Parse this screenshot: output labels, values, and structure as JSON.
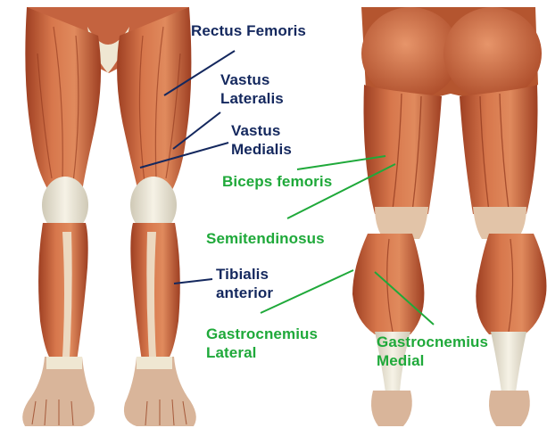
{
  "labels": {
    "rectus_femoris": "Rectus Femoris",
    "vastus_lateralis": "Vastus\nLateralis",
    "vastus_medialis": "Vastus\nMedialis",
    "tibialis_anterior": "Tibialis\nanterior",
    "biceps_femoris": "Biceps femoris",
    "semitendinosus": "Semitendinosus",
    "gastrocnemius_lateral": "Gastrocnemius\nLateral",
    "gastrocnemius_medial": "Gastrocnemius\nMedial"
  },
  "colors": {
    "anterior_label": "#14285e",
    "posterior_label": "#1fa93a",
    "muscle": "#c9633e",
    "tendon": "#ece7d7"
  }
}
